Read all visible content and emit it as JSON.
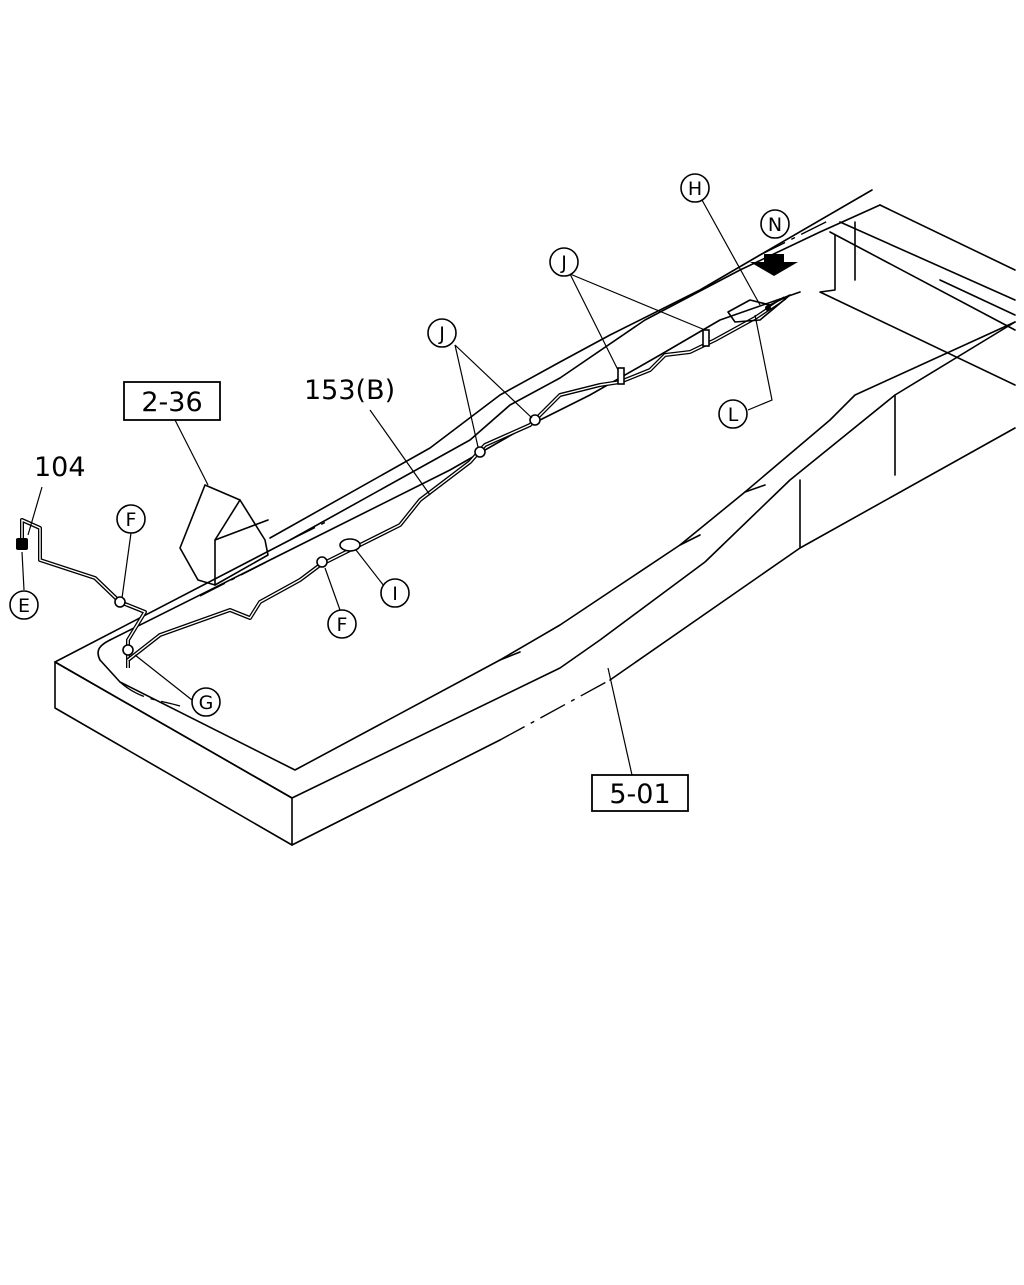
{
  "callouts": {
    "E": "E",
    "F_left": "F",
    "F_mid": "F",
    "G": "G",
    "I": "I",
    "J_mid": "J",
    "J_right": "J",
    "H": "H",
    "N": "N",
    "L": "L"
  },
  "part_labels": {
    "part_104": "104",
    "part_153": "153(B)"
  },
  "reference_boxes": {
    "ref_2_36": "2-36",
    "ref_5_01": "5-01"
  }
}
